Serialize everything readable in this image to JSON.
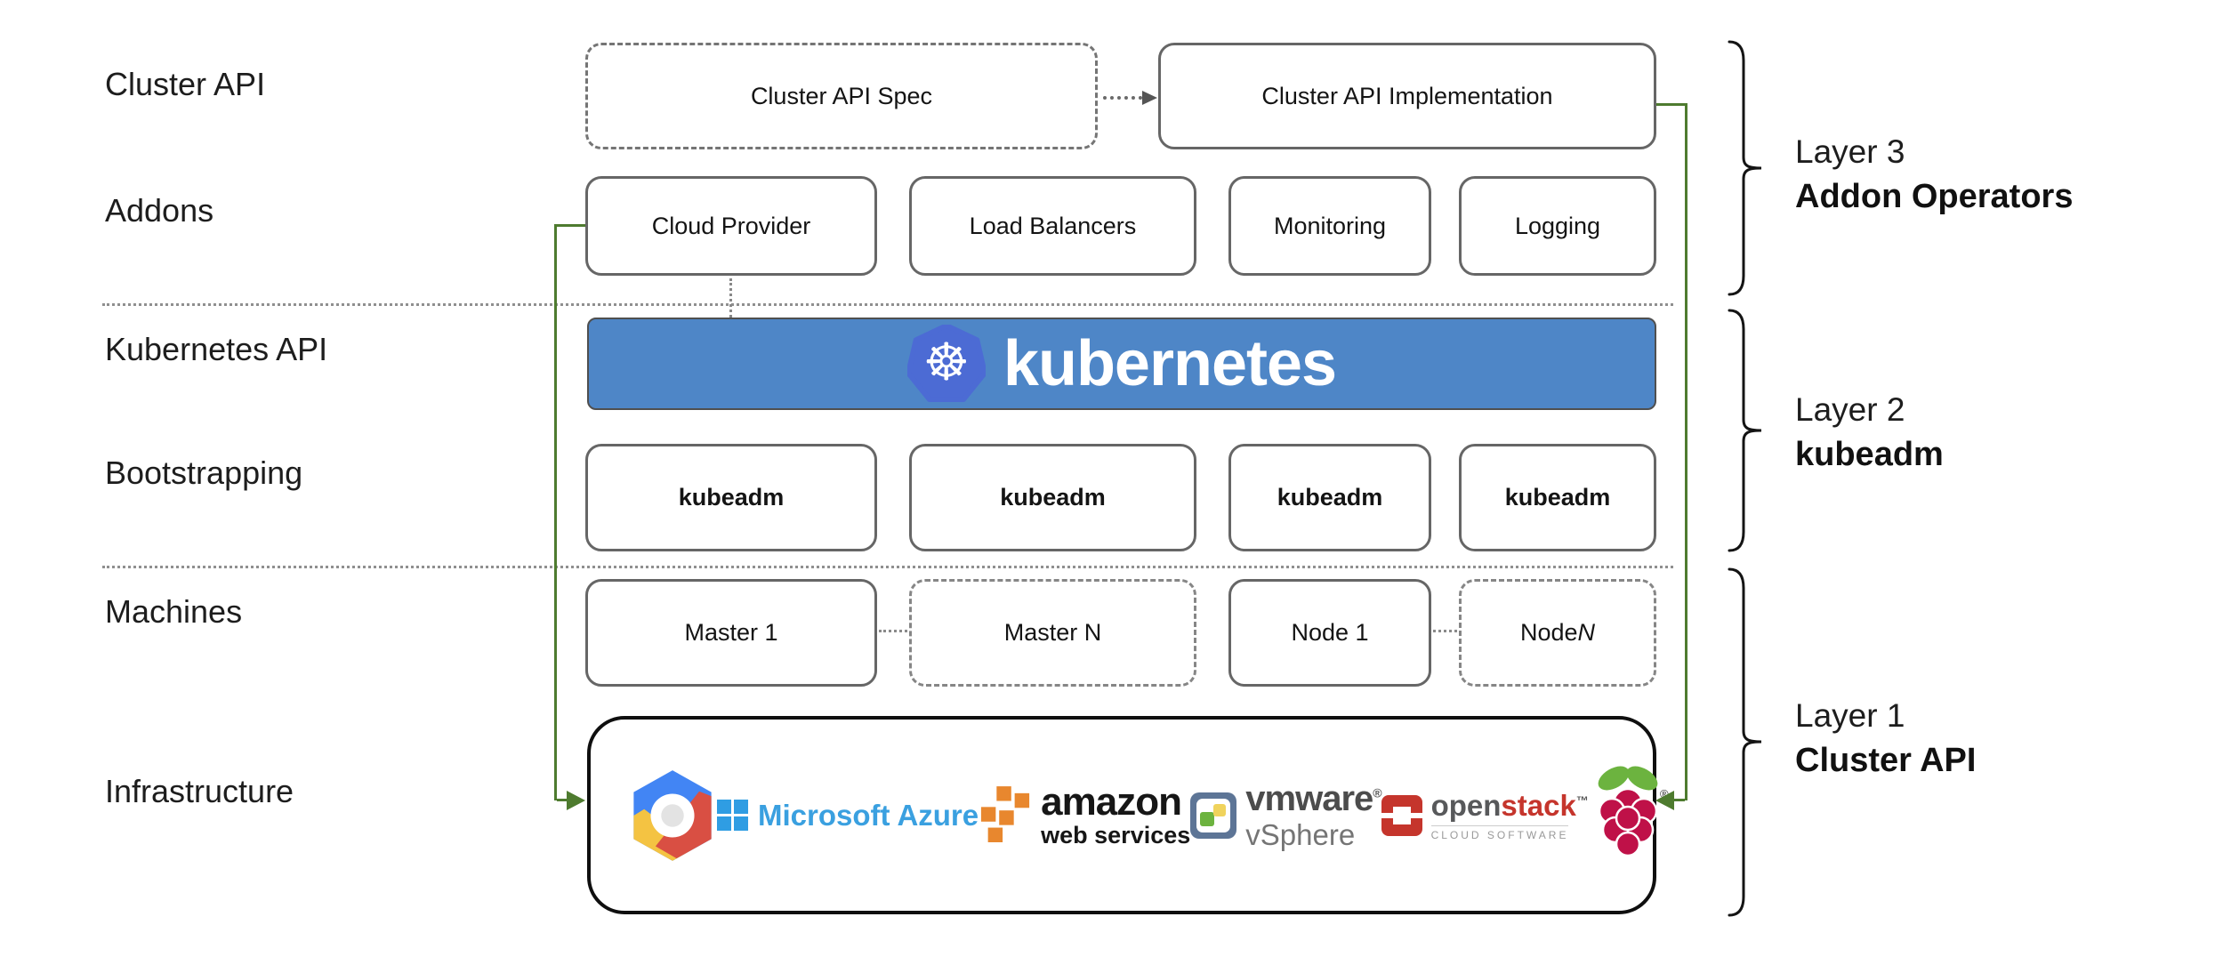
{
  "row_labels": [
    "Cluster API",
    "Addons",
    "Kubernetes API",
    "Bootstrapping",
    "Machines",
    "Infrastructure"
  ],
  "cluster_api_row": {
    "spec": "Cluster API Spec",
    "implementation": "Cluster API Implementation"
  },
  "addons": {
    "boxes": [
      "Cloud Provider",
      "Load Balancers",
      "Monitoring",
      "Logging"
    ]
  },
  "kubernetes_banner": {
    "wheel_icon": "☸",
    "text": "kubernetes"
  },
  "bootstrapping": {
    "boxes": [
      "kubeadm",
      "kubeadm",
      "kubeadm",
      "kubeadm"
    ]
  },
  "machines": {
    "boxes": [
      {
        "label": "Master 1"
      },
      {
        "label": "Master N"
      },
      {
        "label": "Node 1"
      },
      {
        "label": "Node ",
        "suffix": "N"
      }
    ]
  },
  "infrastructure": {
    "azure_text": "Microsoft Azure",
    "aws_text": "amazon",
    "aws_subtext": "web services",
    "vmware_text": "vmware",
    "vmware_mark": "®",
    "vmware_subtext": "vSphere",
    "openstack_text_open": "open",
    "openstack_text_stack": "stack",
    "openstack_mark": "™",
    "openstack_subtext": "CLOUD SOFTWARE",
    "raspberry_mark": "®"
  },
  "layers": [
    {
      "title": "Layer 3",
      "subtitle": "Addon Operators"
    },
    {
      "title": "Layer 2",
      "subtitle": "kubeadm"
    },
    {
      "title": "Layer 1",
      "subtitle": "Cluster API"
    }
  ],
  "colors": {
    "banner_blue": "#4e86c7",
    "k8s_logo_blue": "#4c6bd4",
    "connector_green": "#4e7b2f",
    "azure_blue": "#3aa0e0",
    "aws_orange": "#e8872e",
    "vmware_gray": "#4c4c4c",
    "openstack_red": "#c5352c",
    "raspberry_crimson": "#bf1148",
    "leaf_green": "#6cb33f"
  }
}
